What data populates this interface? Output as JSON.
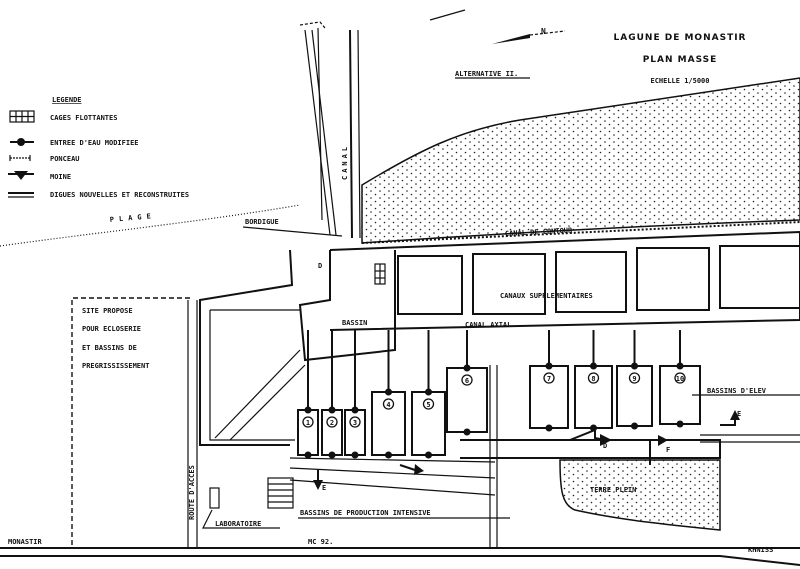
{
  "title": {
    "line1": "LAGUNE DE MONASTIR",
    "line2": "PLAN MASSE",
    "scale": "ECHELLE 1/5000",
    "alternative": "ALTERNATIVE II.",
    "north": "N"
  },
  "legend": {
    "heading": "LEGENDE",
    "items": [
      {
        "icon": "floating-cages-icon",
        "label": "CAGES FLOTTANTES"
      },
      {
        "icon": "water-inlet-icon",
        "label": "ENTREE D'EAU MODIFIEE"
      },
      {
        "icon": "culvert-icon",
        "label": "PONCEAU"
      },
      {
        "icon": "monk-sluice-icon",
        "label": "MOINE"
      },
      {
        "icon": "dike-icon",
        "label": "DIGUES NOUVELLES ET RECONSTRUITES"
      }
    ]
  },
  "labels": {
    "plage": "PLAGE",
    "canal": "CANAL",
    "bordigue": "BORDIGUE",
    "canal_contour": "CANAL DE CONTOUR",
    "canaux_supp": "CANAUX SUPPLEMENTAIRES",
    "bassin": "BASSIN",
    "canal_axial": "CANAL AXIAL",
    "bassins_elevage": "BASSINS D'ELEV",
    "terre_plein": "TERRE PLEIN",
    "production": "BASSINS DE PRODUCTION INTENSIVE",
    "laboratoire": "LABORATOIRE",
    "route": "ROUTE D'ACCES",
    "monastir": "MONASTIR",
    "mc92": "MC 92.",
    "khniss": "KHNISS",
    "site": [
      "SITE PROPOSE",
      "POUR ECLOSERIE",
      "ET BASSINS DE",
      "PREGRISSISSEMENT"
    ],
    "d": "D",
    "e": "E",
    "f": "F"
  },
  "basins": [
    "1",
    "2",
    "3",
    "4",
    "5",
    "6",
    "7",
    "8",
    "9",
    "10"
  ]
}
